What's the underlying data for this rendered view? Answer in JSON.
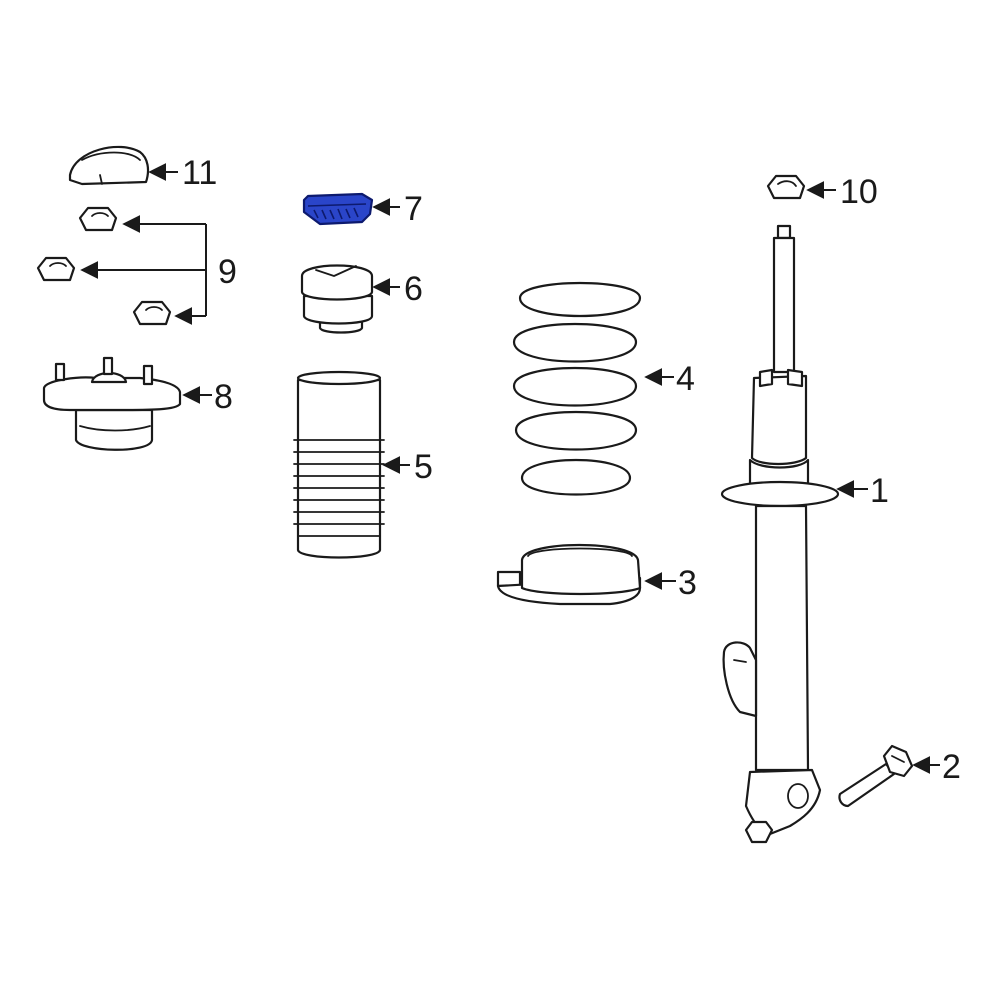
{
  "colors": {
    "highlight": "#2a45c9",
    "line": "#1a1a1a",
    "background": "#ffffff"
  },
  "callouts": {
    "strut": "1",
    "bolt": "2",
    "lower_spring_seat": "3",
    "coil_spring": "4",
    "dust_boot": "5",
    "bump_stop": "6",
    "insulator": "7",
    "upper_mount": "8",
    "mount_nuts": "9",
    "strut_nut": "10",
    "cap": "11"
  },
  "highlighted_part": "7"
}
